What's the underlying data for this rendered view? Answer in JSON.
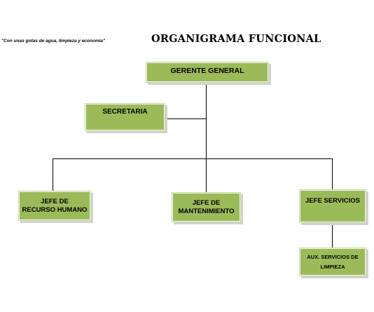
{
  "slogan": "\"Con unas gotas de agua, limpieza y economía\"",
  "title": "ORGANIGRAMA FUNCIONAL",
  "nodes": {
    "gerente": "GERENTE GENERAL",
    "secretaria": "SECRETARIA",
    "recurso_humano": [
      "JEFE DE",
      "RECURSO HUMANO"
    ],
    "mantenimiento": [
      "JEFE DE",
      "MANTENIMIENTO"
    ],
    "servicios": "JEFE SERVICIOS",
    "aux_limpieza": [
      "AUX. SERVICIOS DE",
      "LIMPIEZA"
    ]
  },
  "colors": {
    "node_fill": "#9bbb59",
    "connector": "#000000"
  }
}
